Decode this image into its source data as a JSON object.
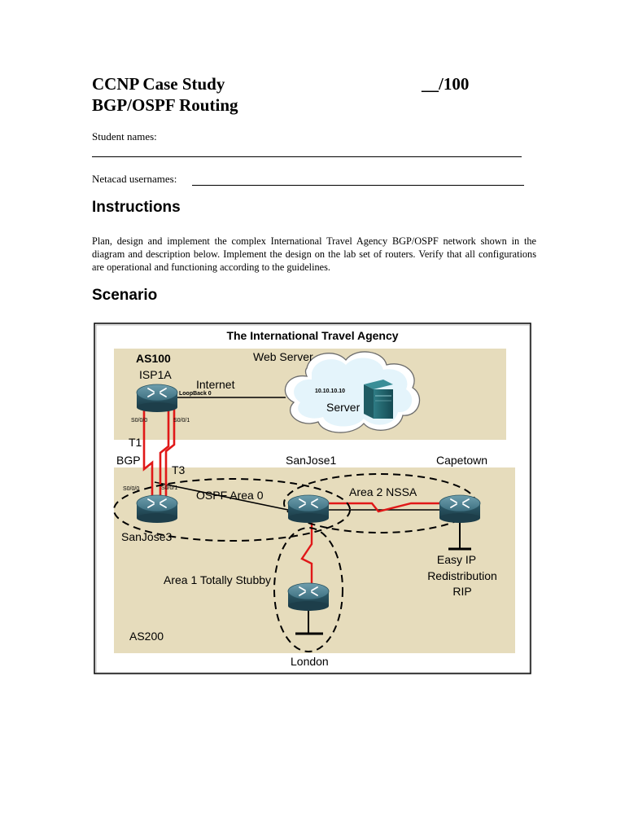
{
  "header": {
    "title_line1": "CCNP Case Study",
    "title_line2": "BGP/OSPF Routing",
    "score": "__/100"
  },
  "form": {
    "student_names_label": "Student names:",
    "netacad_label": "Netacad usernames:"
  },
  "sections": {
    "instructions_heading": "Instructions",
    "instructions_text": "Plan, design and implement the complex International Travel Agency BGP/OSPF network shown in the diagram and description below. Implement the design on the lab set of routers. Verify that all configurations are operational and functioning according to the guidelines.",
    "scenario_heading": "Scenario"
  },
  "diagram": {
    "title": "The International Travel Agency",
    "as100_label": "AS100",
    "web_server_label": "Web Server",
    "isp1a_label": "ISP1A",
    "internet_label": "Internet",
    "loopback_label": "LoopBack 0",
    "server_ip": "10.10.10.10",
    "server_label": "Server",
    "s000_left": "S0/0/0",
    "s001_left": "S0/0/1",
    "t1_label": "T1",
    "bgp_label": "BGP",
    "t3_label": "T3",
    "sanjose1_label": "SanJose1",
    "capetown_label": "Capetown",
    "s000_right": "S0/0/0",
    "s001_right": "S0/0/1",
    "ospf_area0_label": "OSPF Area 0",
    "area2_label": "Area 2 NSSA",
    "sanjose3_label": "SanJose3",
    "easy_ip_label": "Easy IP",
    "redistribution_label": "Redistribution",
    "rip_label": "RIP",
    "area1_label": "Area 1 Totally Stubby",
    "as200_label": "AS200",
    "london_label": "London",
    "icons": [
      "router-icon",
      "server-icon",
      "cloud-icon"
    ]
  }
}
